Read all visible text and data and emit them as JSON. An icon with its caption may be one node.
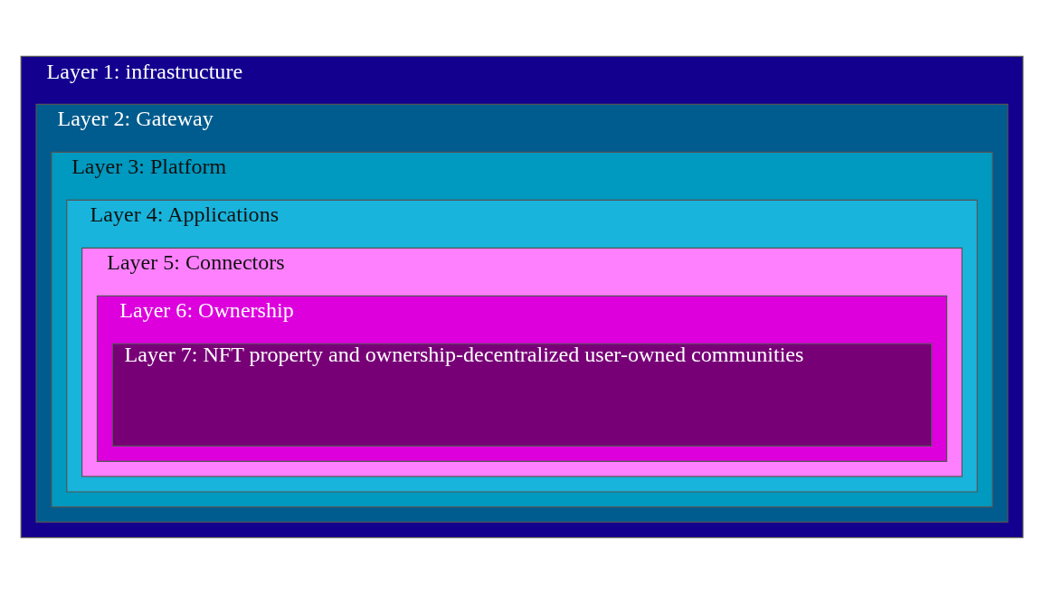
{
  "diagram": {
    "nodes": [
      {
        "text": [
          "Layer 1: infrastructure"
        ]
      },
      {
        "text": [
          "Layer 2: Gateway"
        ],
        "in": 0
      },
      {
        "text": [
          "Layer 3: Platform"
        ],
        "in": 1
      },
      {
        "text": [
          "Layer 4: Applications"
        ],
        "in": 2
      },
      {
        "text": [
          "Layer 5: Connectors"
        ],
        "in": 3
      },
      {
        "text": [
          "Layer 6: Ownership"
        ],
        "in": 4
      },
      {
        "text": [
          "Layer 7: NFT property and ownership-decentralized user-owned communities"
        ],
        "in": 5
      }
    ]
  }
}
